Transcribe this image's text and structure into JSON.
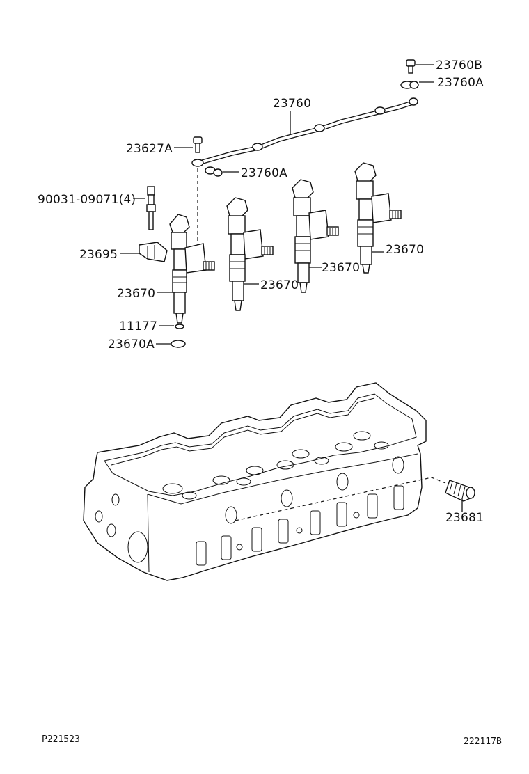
{
  "labels": {
    "p23760B": "23760B",
    "p23760A_top": "23760A",
    "p23760": "23760",
    "p23627A": "23627A",
    "p23760A_mid": "23760A",
    "p90031": "90031-09071(4)",
    "p23695": "23695",
    "p23670_a": "23670",
    "p23670_b": "23670",
    "p23670_c": "23670",
    "p23670_d": "23670",
    "p11177": "11177",
    "p23670A": "23670A",
    "p23681": "23681"
  },
  "footer": {
    "left_code": "P221523",
    "right_code": "222117B"
  }
}
